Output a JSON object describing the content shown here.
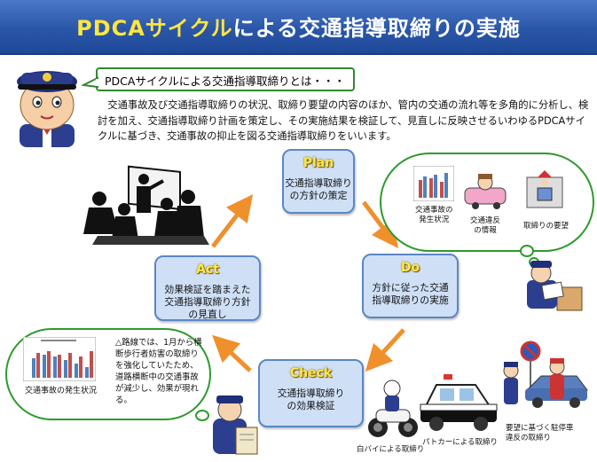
{
  "header": {
    "title_accent": "PDCAサイクル",
    "title_rest": "による交通指導取締りの実施"
  },
  "speech": {
    "bubble_text": "PDCAサイクルによる交通指導取締りとは・・・",
    "intro": "　交通事故及び交通指導取締りの状況、取締り要望の内容のほか、管内の交通の流れ等を多角的に分析し、検討を加え、交通指導取締り計画を策定し、その実施結果を検証して、見直しに反映させるいわゆるPDCAサイクルに基づき、交通事故の抑止を図る交通指導取締りをいいます。"
  },
  "phases": {
    "plan": {
      "title": "Plan",
      "desc": "交通指導取締り\nの方針の策定"
    },
    "do": {
      "title": "Do",
      "desc": "方針に従った交通\n指導取締りの実施"
    },
    "check": {
      "title": "Check",
      "desc": "交通指導取締り\nの効果検証"
    },
    "act": {
      "title": "Act",
      "desc": "効果検証を踏まえた\n交通指導取締り方針\nの見直し"
    }
  },
  "plan_cloud": {
    "label_accidents": "交通事故の\n発生状況",
    "label_violations": "交通違反\nの情報",
    "label_requests": "取締りの要望"
  },
  "check_cloud": {
    "chart_label": "交通事故の発生状況",
    "note": "△路線では、1月から横断歩行者妨害の取締りを強化していたため、道路横断中の交通事故が減少し、効果が現れる。"
  },
  "do_scene": {
    "label_bike": "白バイによる取締り",
    "label_patrol": "パトカーによる取締り",
    "label_parking": "要望に基づく駐停車\n違反の取締り"
  },
  "colors": {
    "title_bar": "#2a56a8",
    "title_accent": "#ffe640",
    "phase_box": "#cfe0f6",
    "arrow": "#f0902c",
    "cloud_border": "#2e9a2e"
  }
}
